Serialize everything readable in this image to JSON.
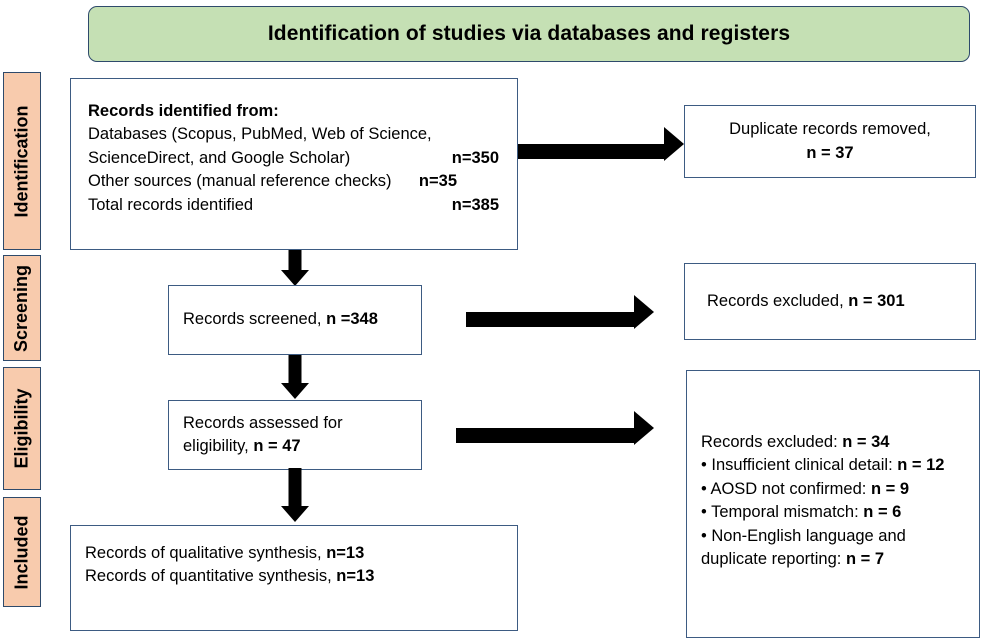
{
  "header": {
    "title": "Identification of studies via databases and registers",
    "fill_color": "#C5E0B4",
    "border_color": "#2E4A6B"
  },
  "stages": {
    "fill_color": "#F8CBAD",
    "border_color": "#2E4A6B",
    "items": [
      {
        "label": "Identification"
      },
      {
        "label": "Screening"
      },
      {
        "label": "Eligibility"
      },
      {
        "label": "Included"
      }
    ]
  },
  "boxes": {
    "identified": {
      "heading": "Records identified from:",
      "rows": [
        {
          "label": "Databases (Scopus, PubMed, Web of Science,",
          "value": ""
        },
        {
          "label": "ScienceDirect, and Google Scholar)",
          "value": "n=350"
        },
        {
          "label": "Other sources (manual reference checks)",
          "value": "n=35"
        },
        {
          "label": "Total records identified",
          "value": "n=385"
        }
      ]
    },
    "duplicates": {
      "line1": "Duplicate records removed,",
      "line2": "n = 37"
    },
    "screened": {
      "label": "Records screened, ",
      "value": "n =348"
    },
    "excluded_screening": {
      "label": "Records excluded, ",
      "value": "n = 301"
    },
    "assessed": {
      "line1": "Records assessed for",
      "label2": "eligibility, ",
      "value2": "n = 47"
    },
    "exclusion_reasons": {
      "heading_label": "Records excluded: ",
      "heading_value": "n = 34",
      "items": [
        {
          "text": "• Insufficient clinical detail: ",
          "value": "n = 12"
        },
        {
          "text": "• AOSD not confirmed: ",
          "value": "n = 9"
        },
        {
          "text": "• Temporal mismatch: ",
          "value": "n = 6"
        },
        {
          "text": "• Non-English language and",
          "value": ""
        },
        {
          "text": "duplicate reporting: ",
          "value": "n = 7"
        }
      ]
    },
    "included": {
      "rows": [
        {
          "label": "Records of qualitative synthesis, ",
          "value": "n=13"
        },
        {
          "label": "Records of quantitative synthesis, ",
          "value": "n=13"
        }
      ]
    }
  },
  "arrows": {
    "color": "#000000",
    "flow": [
      {
        "name": "identified-to-duplicates",
        "direction": "right"
      },
      {
        "name": "identified-to-screened",
        "direction": "down"
      },
      {
        "name": "screened-to-excluded",
        "direction": "right"
      },
      {
        "name": "screened-to-assessed",
        "direction": "down"
      },
      {
        "name": "assessed-to-reasons",
        "direction": "right"
      },
      {
        "name": "assessed-to-included",
        "direction": "down"
      }
    ]
  }
}
